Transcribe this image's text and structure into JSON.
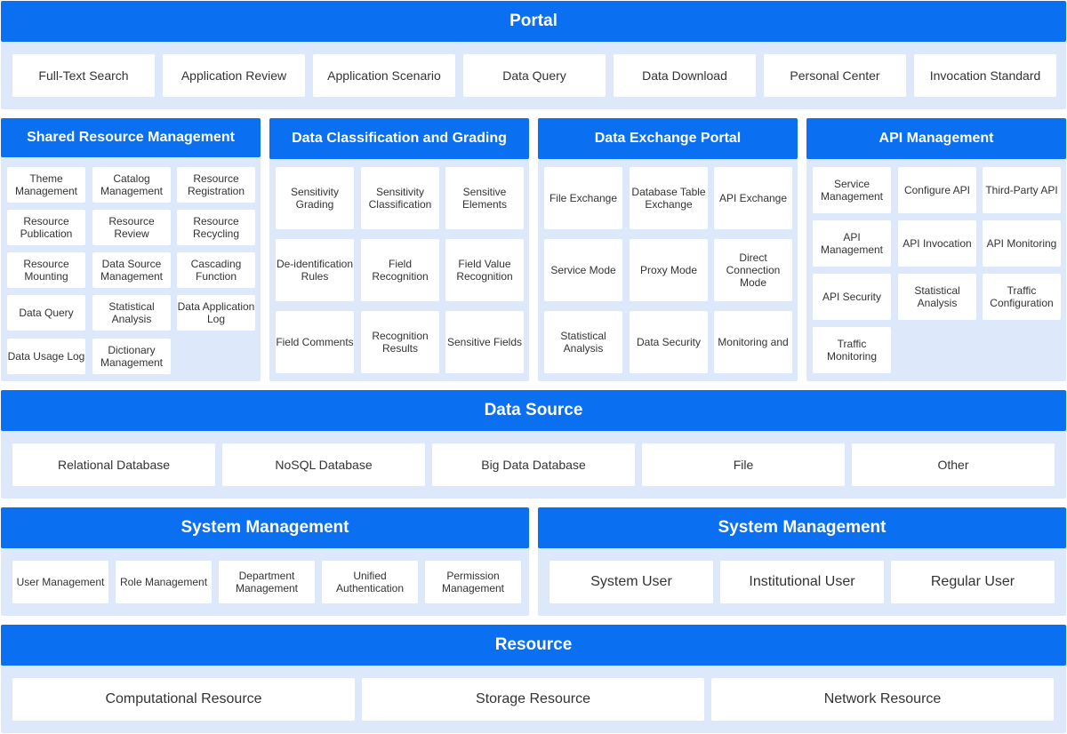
{
  "colors": {
    "header": "#0a6ff0",
    "panel": "#dde9fb",
    "cell": "#ffffff",
    "text": "#333333"
  },
  "portal": {
    "title": "Portal",
    "items": [
      "Full-Text Search",
      "Application Review",
      "Application Scenario",
      "Data Query",
      "Data Download",
      "Personal Center",
      "Invocation Standard"
    ]
  },
  "shared_resource": {
    "title": "Shared Resource Management",
    "items": [
      "Theme Management",
      "Catalog Management",
      "Resource Registration",
      "Resource Publication",
      "Resource Review",
      "Resource Recycling",
      "Resource Mounting",
      "Data Source Management",
      "Cascading Function",
      "Data Query",
      "Statistical Analysis",
      "Data Application Log",
      "Data Usage Log",
      "Dictionary Management"
    ]
  },
  "classification": {
    "title": "Data Classification and Grading",
    "items": [
      "Sensitivity Grading",
      "Sensitivity Classification",
      "Sensitive Elements",
      "De-identification Rules",
      "Field Recognition",
      "Field Value Recognition",
      "Field Comments",
      "Recognition Results",
      "Sensitive Fields"
    ]
  },
  "exchange": {
    "title": "Data Exchange Portal",
    "items": [
      "File Exchange",
      "Database Table Exchange",
      "API Exchange",
      "Service Mode",
      "Proxy Mode",
      "Direct Connection Mode",
      "Statistical Analysis",
      "Data Security",
      "Monitoring and"
    ]
  },
  "api": {
    "title": "API Management",
    "items": [
      "Service Management",
      "Configure API",
      "Third-Party API",
      "API Management",
      "API Invocation",
      "API Monitoring",
      "API Security",
      "Statistical Analysis",
      "Traffic Configuration",
      "Traffic Monitoring"
    ]
  },
  "data_source": {
    "title": "Data Source",
    "items": [
      "Relational Database",
      "NoSQL Database",
      "Big Data Database",
      "File",
      "Other"
    ]
  },
  "system_left": {
    "title": "System Management",
    "items": [
      "User Management",
      "Role Management",
      "Department Management",
      "Unified Authentication",
      "Permission Management"
    ]
  },
  "system_right": {
    "title": "System Management",
    "items": [
      "System User",
      "Institutional User",
      "Regular User"
    ]
  },
  "resource": {
    "title": "Resource",
    "items": [
      "Computational Resource",
      "Storage Resource",
      "Network Resource"
    ]
  }
}
